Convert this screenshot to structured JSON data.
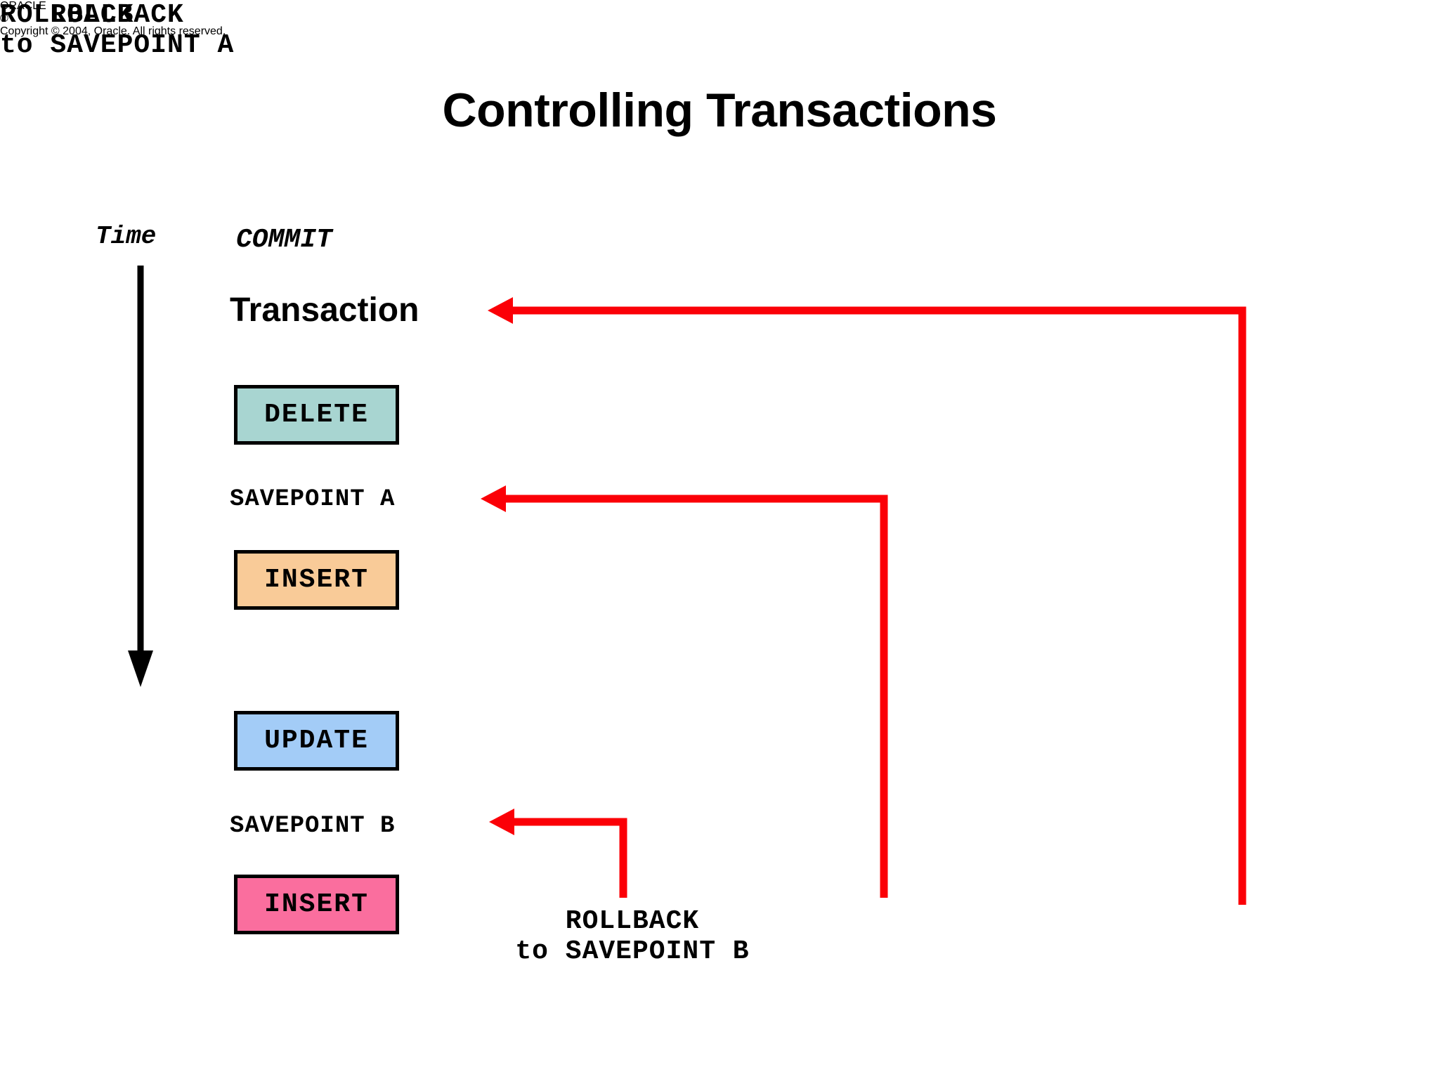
{
  "slide": {
    "title": "Controlling Transactions",
    "time_axis_label": "Time"
  },
  "timeline": {
    "commit_label": "COMMIT",
    "transaction_label": "Transaction",
    "savepoint_a_label": "SAVEPOINT A",
    "savepoint_b_label": "SAVEPOINT B",
    "statements": [
      {
        "name": "DELETE",
        "color": "#A8D5D1"
      },
      {
        "name": "INSERT",
        "color": "#F9CB98"
      },
      {
        "name": "UPDATE",
        "color": "#A3CCF7"
      },
      {
        "name": "INSERT",
        "color": "#FA6E9E"
      }
    ]
  },
  "rollbacks": [
    {
      "line1": "ROLLBACK",
      "line2": "to SAVEPOINT B",
      "target": "SAVEPOINT B"
    },
    {
      "line1": "ROLLBACK",
      "line2": "to SAVEPOINT A",
      "target": "SAVEPOINT A"
    },
    {
      "line1": "ROLLBACK",
      "line2": "",
      "target": "Transaction"
    }
  ],
  "colors": {
    "arrow_red": "#FB0007",
    "footer_red": "#FB0007",
    "time_arrow": "#000000"
  },
  "footer": {
    "logo_text": "ORACLE",
    "logo_mark": "®",
    "copyright": "Copyright © 2004, Oracle.  All rights reserved."
  }
}
